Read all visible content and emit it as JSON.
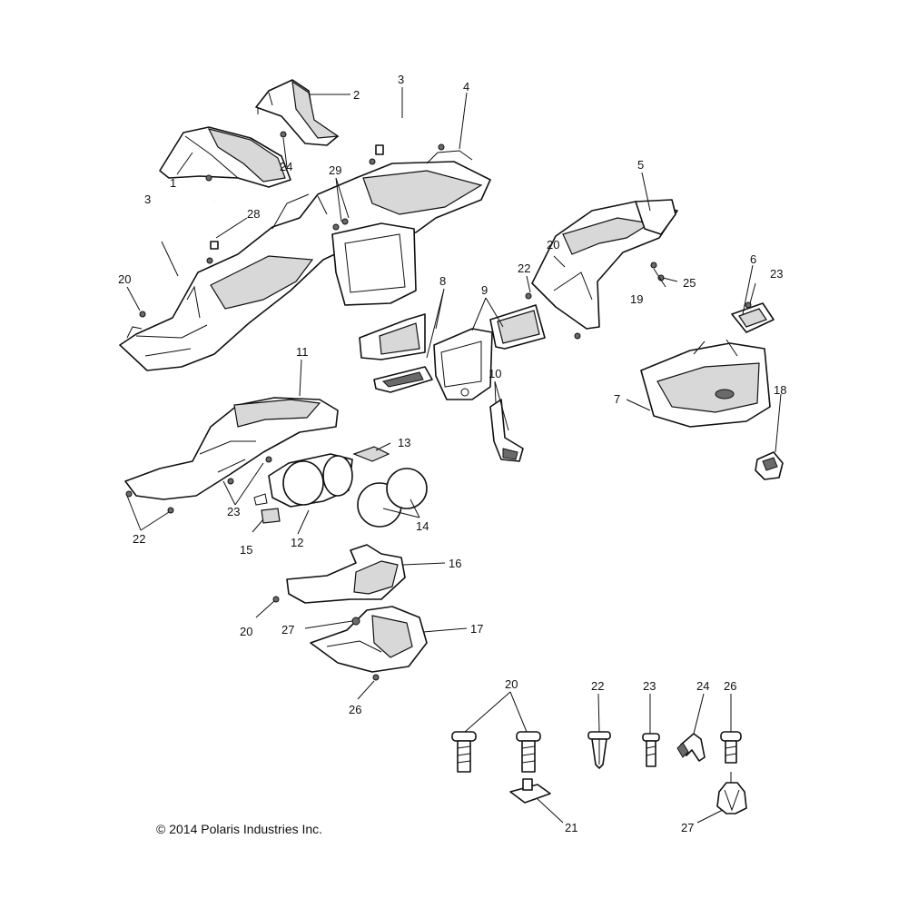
{
  "copyright": "© 2014 Polaris Industries Inc.",
  "callouts": {
    "c1": "1",
    "c2": "2",
    "c3a": "3",
    "c3b": "3",
    "c4": "4",
    "c5": "5",
    "c6": "6",
    "c7": "7",
    "c8": "8",
    "c9": "9",
    "c10": "10",
    "c11": "11",
    "c12": "12",
    "c13": "13",
    "c14": "14",
    "c15": "15",
    "c16": "16",
    "c17": "17",
    "c18": "18",
    "c19": "19",
    "c20a": "20",
    "c20b": "20",
    "c20c": "20",
    "c20d": "20",
    "c21": "21",
    "c22a": "22",
    "c22b": "22",
    "c22c": "22",
    "c23a": "23",
    "c23b": "23",
    "c23c": "23",
    "c24a": "24",
    "c24b": "24",
    "c25": "25",
    "c26a": "26",
    "c26b": "26",
    "c27a": "27",
    "c27b": "27",
    "c28": "28",
    "c29": "29"
  }
}
